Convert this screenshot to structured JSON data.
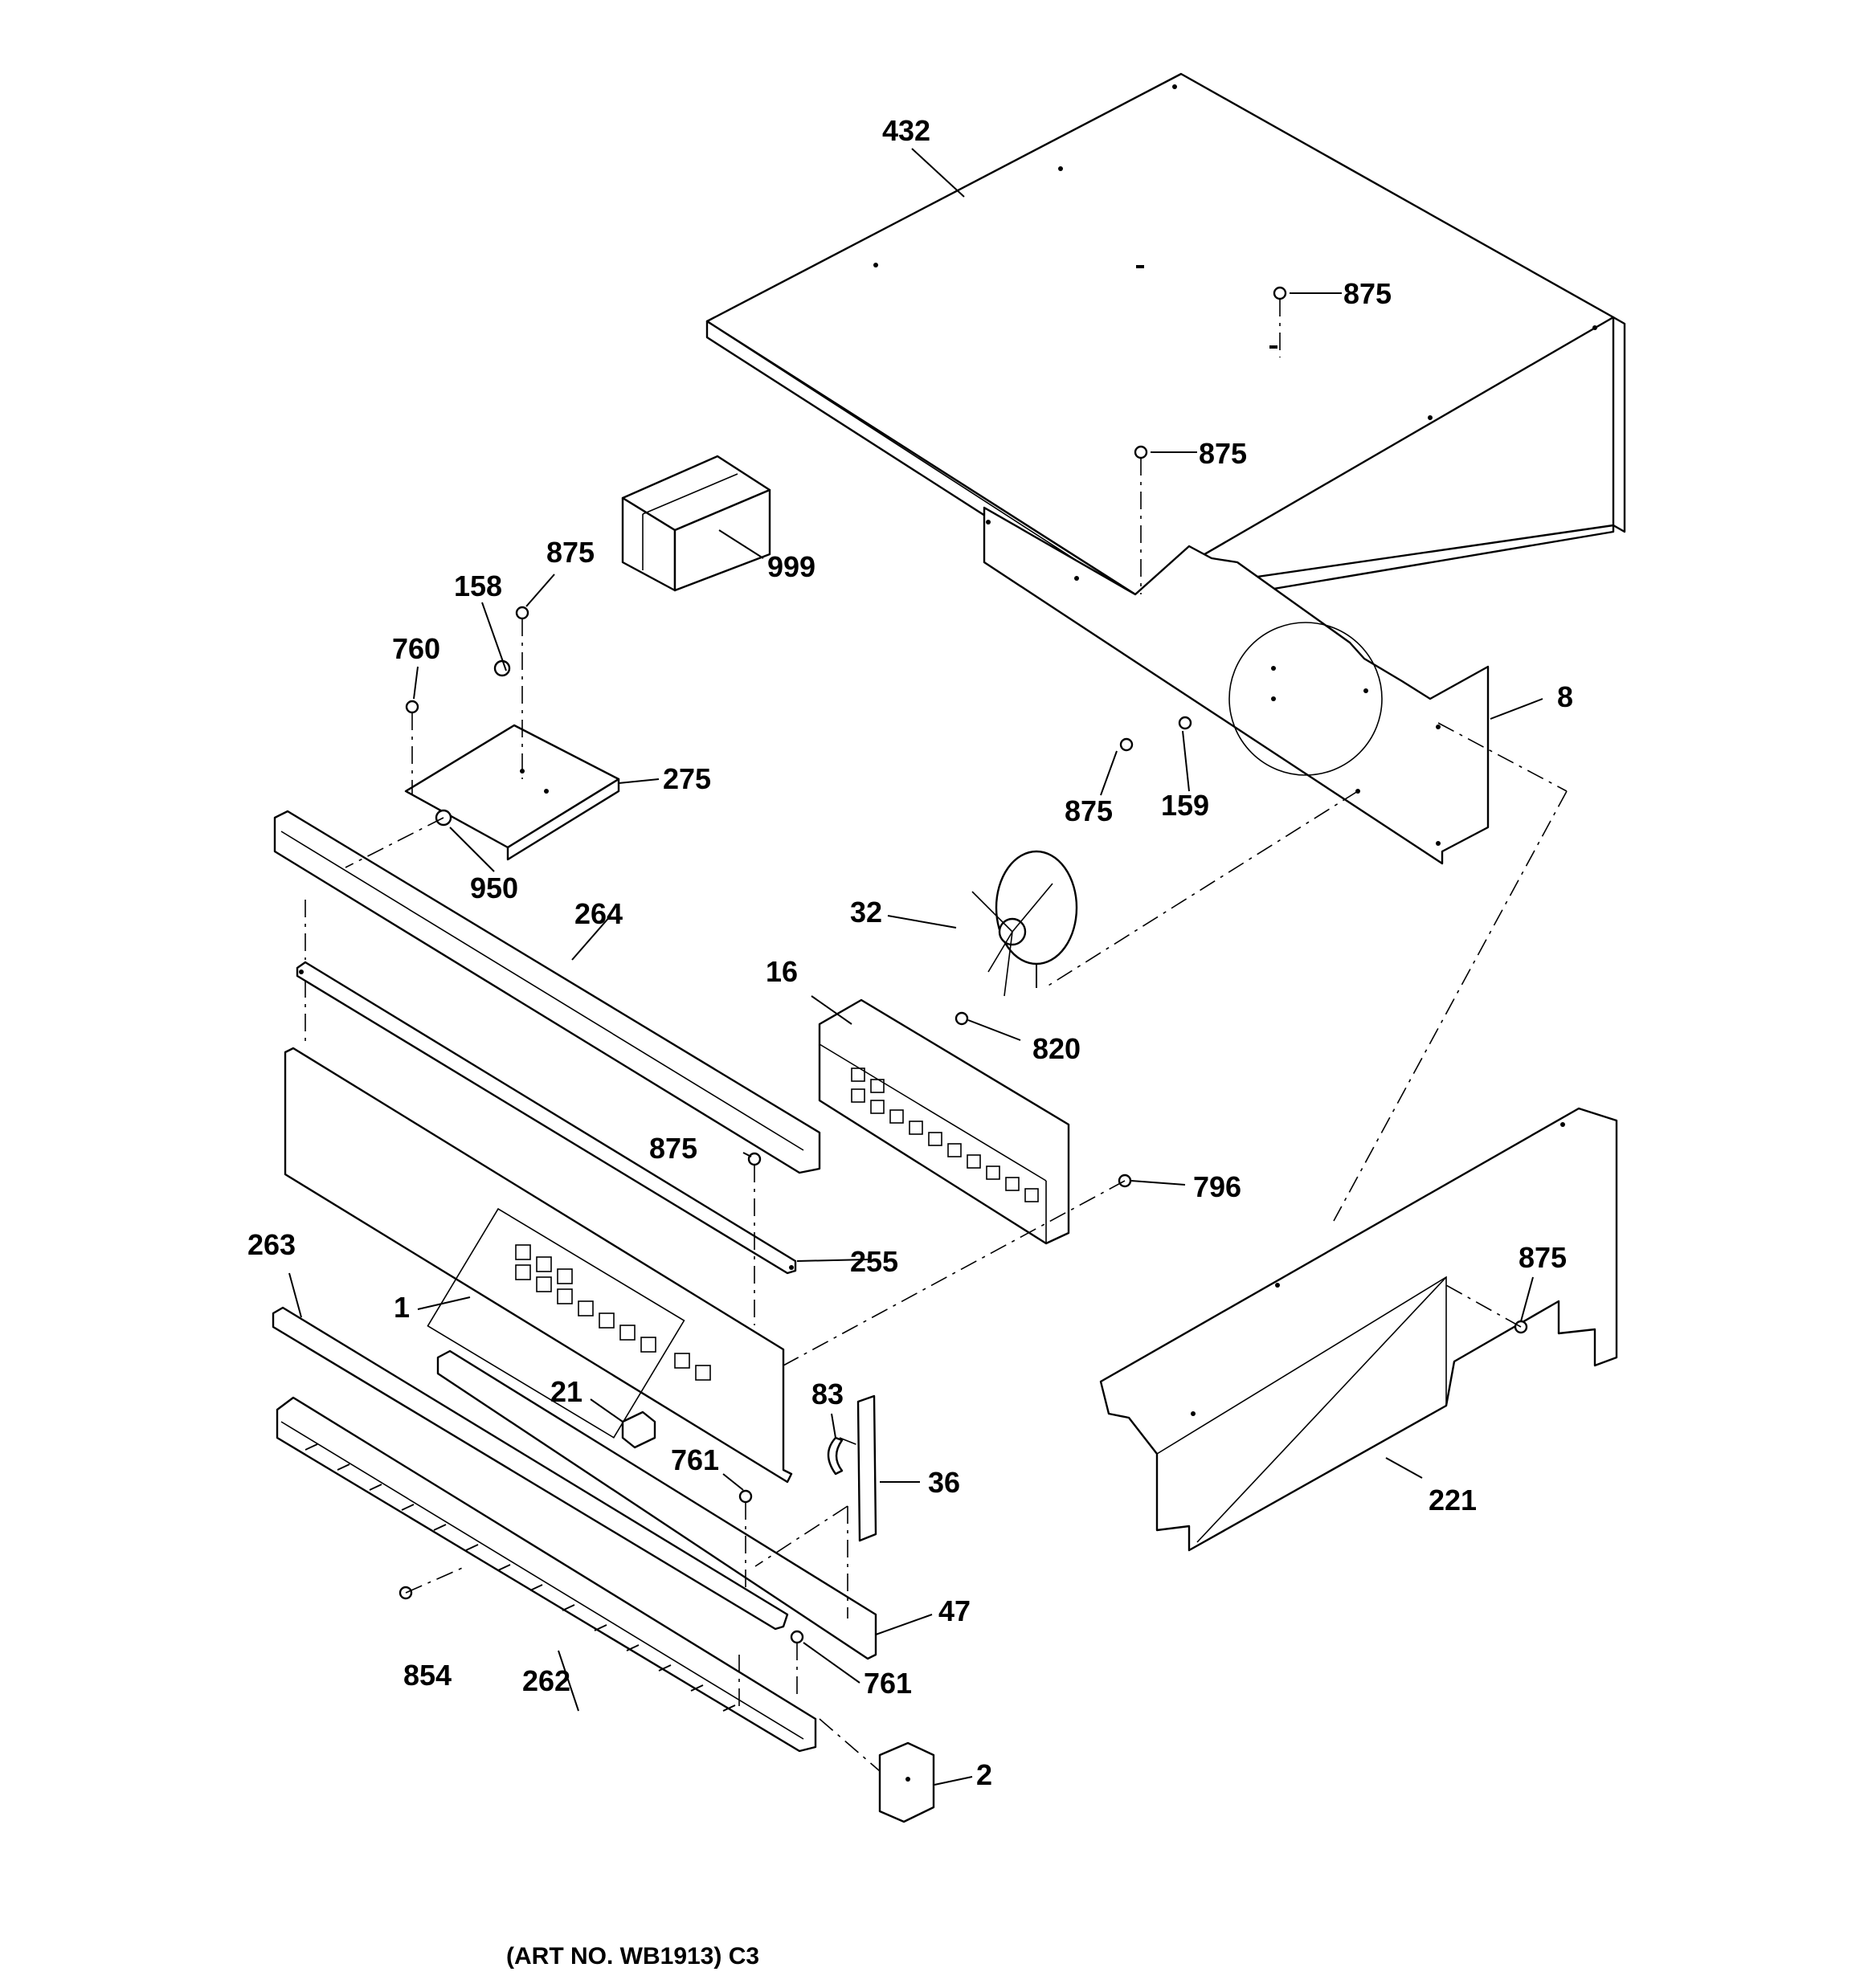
{
  "diagram": {
    "footer": "(ART NO. WB1913) C3",
    "callouts": {
      "c432": "432",
      "c875a": "875",
      "c875b": "875",
      "c875c": "875",
      "c875d": "875",
      "c875e": "875",
      "c875f": "875",
      "c999": "999",
      "c158": "158",
      "c760": "760",
      "c275": "275",
      "c950": "950",
      "c8": "8",
      "c159": "159",
      "c32": "32",
      "c264": "264",
      "c16": "16",
      "c820": "820",
      "c796": "796",
      "c255": "255",
      "c263": "263",
      "c1": "1",
      "c21": "21",
      "c83": "83",
      "c36": "36",
      "c761a": "761",
      "c761b": "761",
      "c47": "47",
      "c221": "221",
      "c854": "854",
      "c262": "262",
      "c2": "2"
    }
  }
}
